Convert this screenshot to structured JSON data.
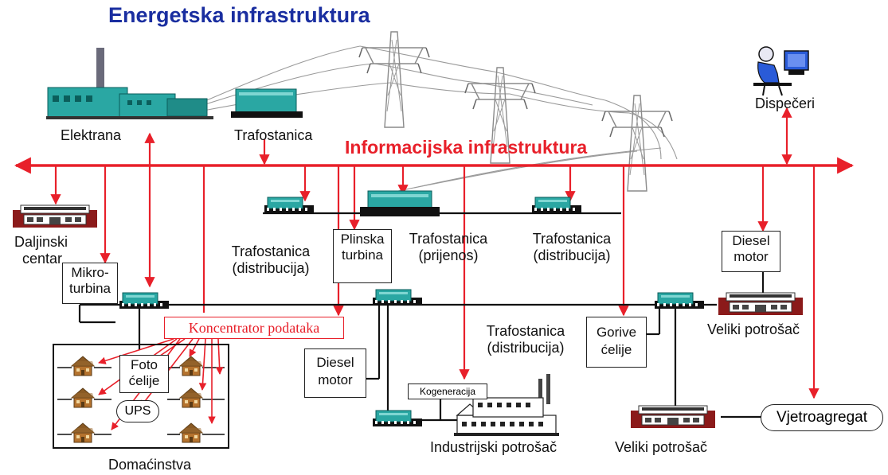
{
  "title": "Energetska infrastruktura",
  "info_title": "Informacijska infrastruktura",
  "labels": {
    "elektrana": "Elektrana",
    "trafostanica_top": "Trafostanica",
    "dispeceri": "Dispečeri",
    "daljinski": [
      "Daljinski",
      "centar"
    ],
    "trafo_dist_left": [
      "Trafostanica",
      "(distribucija)"
    ],
    "trafo_prijenos": [
      "Trafostanica",
      "(prijenos)"
    ],
    "trafo_dist_right": [
      "Trafostanica",
      "(distribucija)"
    ],
    "trafo_dist_mid": [
      "Trafostanica",
      "(distribucija)"
    ],
    "veliki_potrosac_1": "Veliki potrošač",
    "veliki_potrosac_2": "Veliki potrošač",
    "industrijski": "Industrijski potrošač",
    "domacinstva": "Domaćinstva"
  },
  "boxes": {
    "plinska": [
      "Plinska",
      "turbina"
    ],
    "mikro": [
      "Mikro-",
      "turbina"
    ],
    "diesel_right": [
      "Diesel",
      "motor"
    ],
    "diesel_mid": [
      "Diesel",
      "motor"
    ],
    "gorive": [
      "Gorive",
      "ćelije"
    ],
    "foto": [
      "Foto",
      "ćelije"
    ],
    "ups": "UPS",
    "kogeneracija": "Kogeneracija",
    "vjetroagregat": "Vjetroagregat"
  },
  "concentrator": "Koncentrator podataka",
  "colors": {
    "title": "#1a2ea0",
    "info": "#e8202a",
    "equipment": "#2aa7a3",
    "building": "#8b1a1a",
    "house": "#b5732e"
  }
}
